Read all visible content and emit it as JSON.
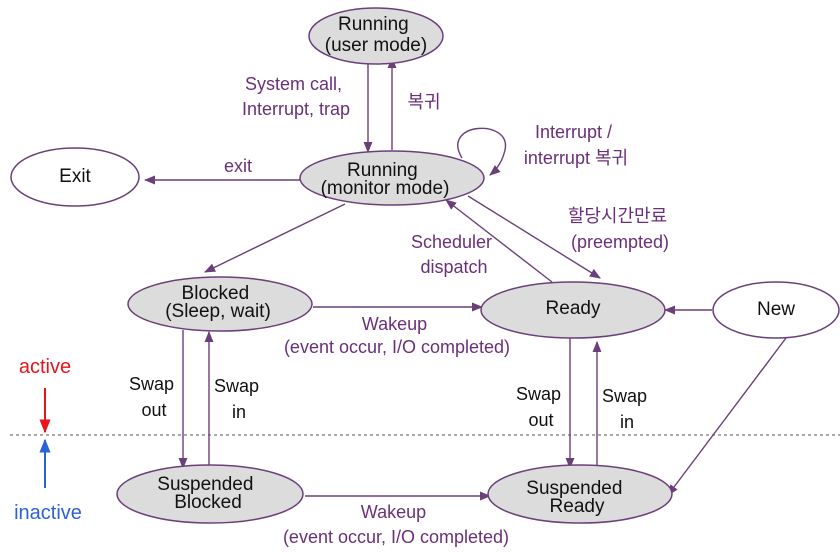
{
  "nodes": {
    "running_user": [
      "Running",
      "(user mode)"
    ],
    "running_monitor": [
      "Running",
      "(monitor mode)"
    ],
    "exit": [
      "Exit"
    ],
    "blocked": [
      "Blocked",
      "(Sleep, wait)"
    ],
    "ready": [
      "Ready"
    ],
    "new": [
      "New"
    ],
    "suspended_blocked": [
      "Suspended",
      "Blocked"
    ],
    "suspended_ready": [
      "Suspended",
      "Ready"
    ]
  },
  "edges": {
    "syscall": [
      "System call,",
      "Interrupt, trap"
    ],
    "return": [
      "복귀"
    ],
    "exit": [
      "exit"
    ],
    "interrupt_return": [
      "Interrupt /",
      "interrupt 복귀"
    ],
    "timeout": [
      "할당시간만료",
      "(preempted)"
    ],
    "dispatch": [
      "Scheduler",
      "dispatch"
    ],
    "wakeup_top": [
      "Wakeup",
      "(event occur, I/O completed)"
    ],
    "swap_out_left": [
      "Swap",
      "out"
    ],
    "swap_in_left": [
      "Swap",
      "in"
    ],
    "swap_out_right": [
      "Swap",
      "out"
    ],
    "swap_in_right": [
      "Swap",
      "in"
    ],
    "wakeup_bottom": [
      "Wakeup",
      "(event occur, I/O completed)"
    ]
  },
  "legend": {
    "active": "active",
    "inactive": "inactive"
  },
  "colors": {
    "edge": "#6b3f7a",
    "edge_label": "#6b2f7a",
    "active": "#e8141c",
    "inactive": "#2a62d8",
    "node_fill": "#dcdcdc"
  }
}
